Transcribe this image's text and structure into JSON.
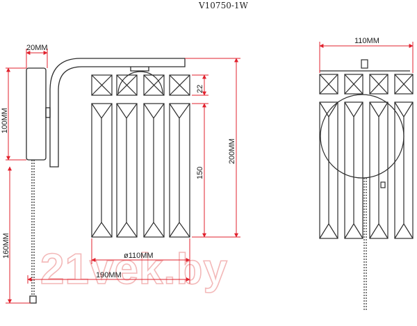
{
  "title": "V10750-1W",
  "watermark": "21vek.by",
  "dimensions": {
    "mount_width": "20MM",
    "mount_height": "100MM",
    "crystal_top": "22",
    "crystal_long": "150",
    "total_height": "200MM",
    "chain_length": "160MM",
    "diameter": "ø110MM",
    "depth": "190MM",
    "front_width": "110MM"
  },
  "colors": {
    "line": "#2b2b2b",
    "dimension": "#e0202c",
    "watermark": "#f3b8b8"
  }
}
